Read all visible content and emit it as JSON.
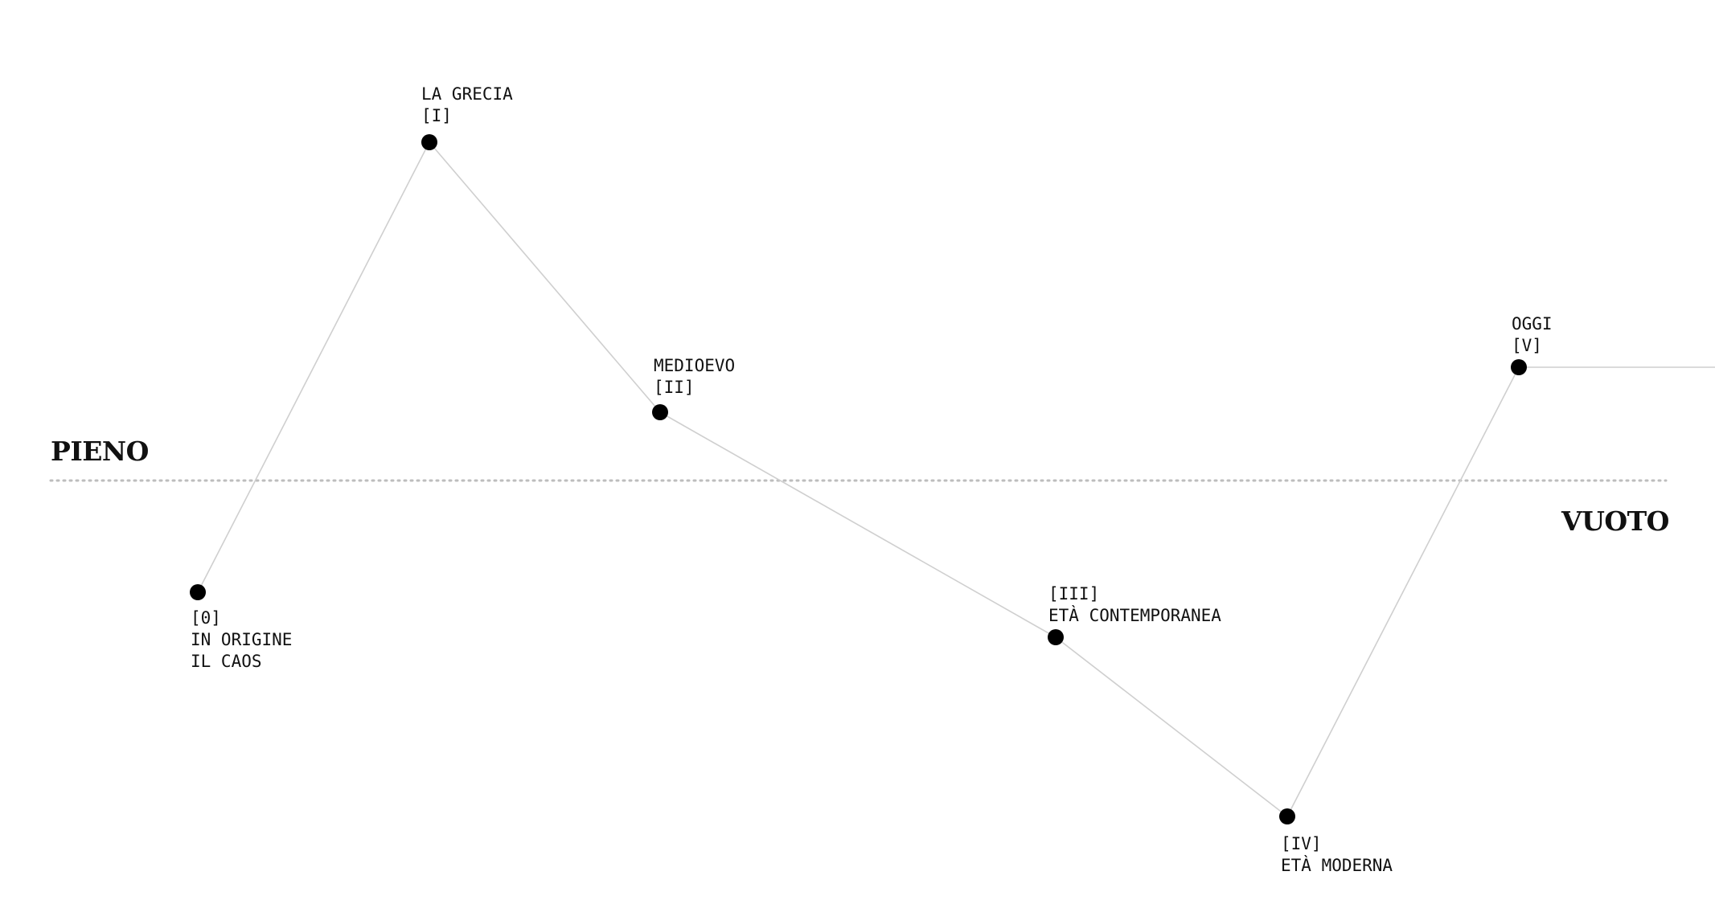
{
  "axis": {
    "top_label": "PIENO",
    "bottom_label": "VUOTO"
  },
  "colors": {
    "line": "#cfcfcf",
    "dots": "#000000",
    "divider": "#bdbdbd",
    "text": "#111111"
  },
  "epochs": [
    {
      "id": "epoch-0",
      "lines": [
        "[0]",
        "IN ORIGINE",
        "IL CAOS"
      ]
    },
    {
      "id": "epoch-1",
      "lines": [
        "LA GRECIA",
        "[I]"
      ]
    },
    {
      "id": "epoch-2",
      "lines": [
        "MEDIOEVO",
        "[II]"
      ]
    },
    {
      "id": "epoch-3",
      "lines": [
        "[III]",
        "ETÀ CONTEMPORANEA"
      ]
    },
    {
      "id": "epoch-4",
      "lines": [
        "[IV]",
        "ETÀ MODERNA"
      ]
    },
    {
      "id": "epoch-5",
      "lines": [
        "OGGI",
        "[V]"
      ]
    }
  ]
}
